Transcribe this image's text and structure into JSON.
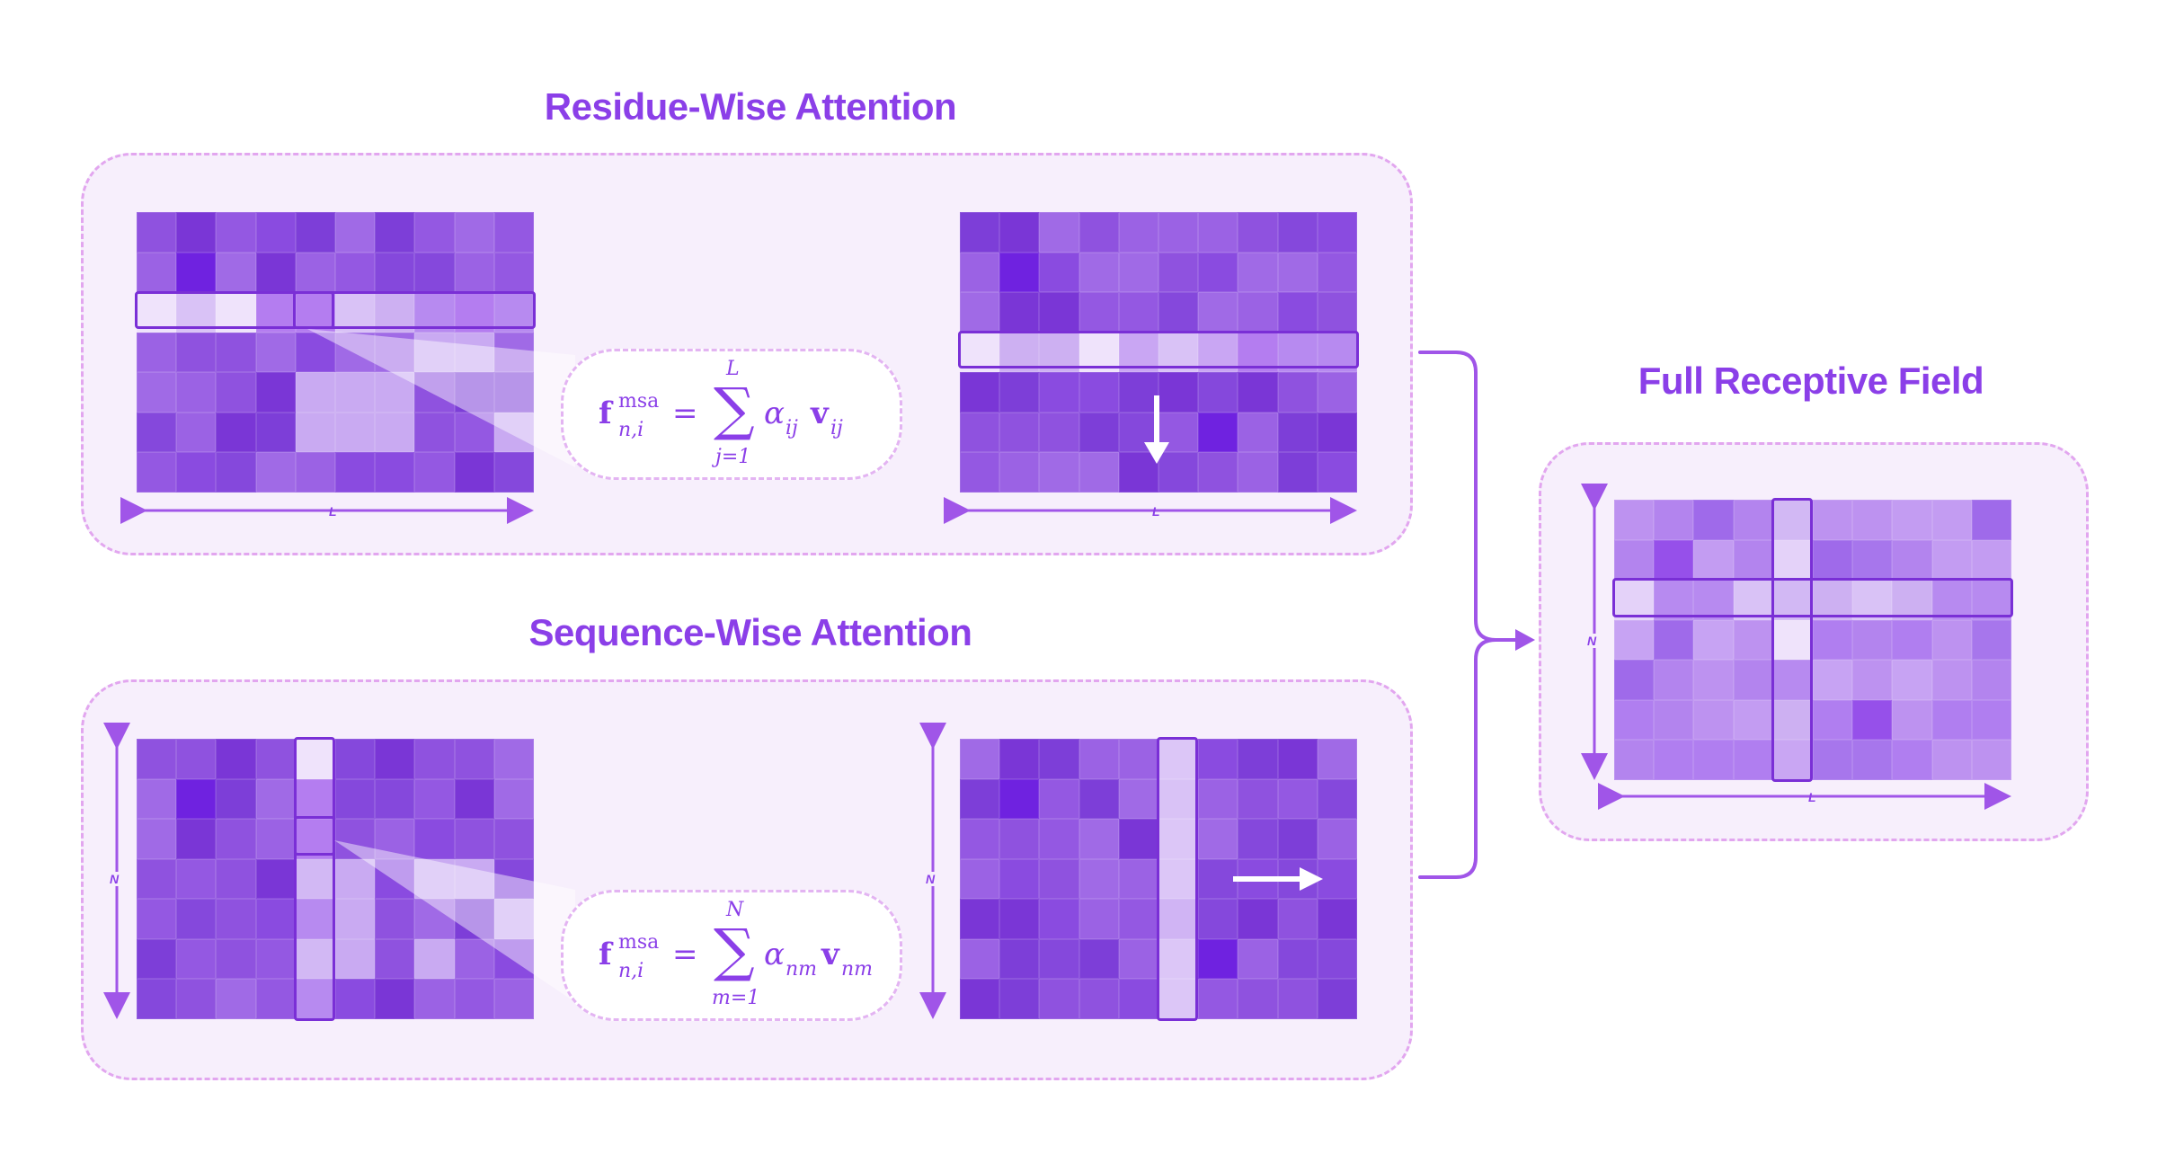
{
  "titles": {
    "residue": "Residue-Wise Attention",
    "sequence": "Sequence-Wise Attention",
    "full": "Full Receptive Field"
  },
  "axis": {
    "L": "L",
    "N": "N"
  },
  "formulas": {
    "residue": {
      "lhs": "f",
      "sup": "msa",
      "sub": "n,i",
      "eq": "=",
      "sum_top": "L",
      "sum_bottom": "j=1",
      "term_a": "α",
      "term_a_sub": "ij",
      "term_v": "v",
      "term_v_sub": "ij"
    },
    "sequence": {
      "lhs": "f",
      "sup": "msa",
      "sub": "n,i",
      "eq": "=",
      "sum_top": "N",
      "sum_bottom": "m=1",
      "term_a": "α",
      "term_a_sub": "nm",
      "term_v": "v",
      "term_v_sub": "nm"
    }
  },
  "colors": {
    "title": "#8b3fe8",
    "box_border": "#e2a6ef",
    "box_fill": "#f7effc",
    "highlight_border": "#7a2fd6",
    "connector": "#a055e8"
  },
  "icons": [
    "arrow-down-icon",
    "arrow-right-icon",
    "merge-arrow-icon"
  ]
}
